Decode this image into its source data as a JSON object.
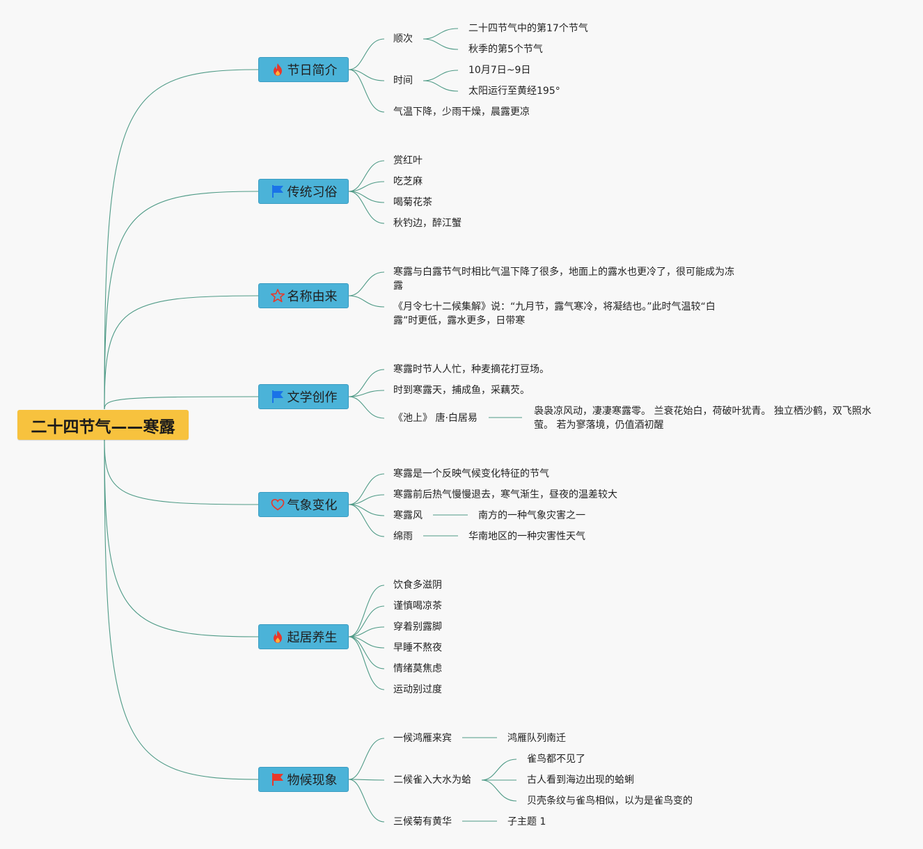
{
  "root": {
    "label": "二十四节气——寒露"
  },
  "colors": {
    "root": "#f7c23e",
    "branch": "#4bb3d8",
    "line": "#4e9a86",
    "fire": "#e8382a",
    "flag_blue": "#1a73e8",
    "flag_red": "#e8382a",
    "star": "#e8382a",
    "heart": "#e8382a"
  },
  "branches": [
    {
      "label": "节日简介",
      "icon": "fire-icon",
      "children": [
        {
          "label": "顺次",
          "children": [
            {
              "label": "二十四节气中的第17个节气"
            },
            {
              "label": "秋季的第5个节气"
            }
          ]
        },
        {
          "label": "时间",
          "children": [
            {
              "label": "10月7日~9日"
            },
            {
              "label": "太阳运行至黄经195°"
            }
          ]
        },
        {
          "label": "气温下降，少雨干燥，晨露更凉"
        }
      ]
    },
    {
      "label": "传统习俗",
      "icon": "flag-blue-icon",
      "children": [
        {
          "label": "赏红叶"
        },
        {
          "label": "吃芝麻"
        },
        {
          "label": "喝菊花茶"
        },
        {
          "label": "秋钓边，醉江蟹"
        }
      ]
    },
    {
      "label": "名称由来",
      "icon": "star-icon",
      "children": [
        {
          "label": "寒露与白露节气时相比气温下降了很多，地面上的露水也更冷了，很可能成为冻露"
        },
        {
          "label": "《月令七十二候集解》说：“九月节，露气寒冷，将凝结也。”此时气温较“白露”时更低，露水更多，日带寒"
        }
      ]
    },
    {
      "label": "文学创作",
      "icon": "flag-blue-icon",
      "children": [
        {
          "label": "寒露时节人人忙，种麦摘花打豆场。"
        },
        {
          "label": "时到寒露天，捕成鱼，采藕芡。"
        },
        {
          "label": "《池上》 唐·白居易",
          "children": [
            {
              "label": "袅袅凉风动，凄凄寒露零。 兰衰花始白，荷破叶犹青。 独立栖沙鹤，双飞照水萤。 若为寥落境，仍值酒初醒"
            }
          ]
        }
      ]
    },
    {
      "label": "气象变化",
      "icon": "heart-icon",
      "children": [
        {
          "label": "寒露是一个反映气候变化特征的节气"
        },
        {
          "label": "寒露前后热气慢慢退去，寒气渐生，昼夜的温差较大"
        },
        {
          "label": "寒露风",
          "children": [
            {
              "label": "南方的一种气象灾害之一"
            }
          ]
        },
        {
          "label": "绵雨",
          "children": [
            {
              "label": "华南地区的一种灾害性天气"
            }
          ]
        }
      ]
    },
    {
      "label": "起居养生",
      "icon": "fire-icon",
      "children": [
        {
          "label": "饮食多滋阴"
        },
        {
          "label": "谨慎喝凉茶"
        },
        {
          "label": "穿着别露脚"
        },
        {
          "label": "早睡不熬夜"
        },
        {
          "label": "情绪莫焦虑"
        },
        {
          "label": "运动别过度"
        }
      ]
    },
    {
      "label": "物候现象",
      "icon": "flag-red-icon",
      "children": [
        {
          "label": "一候鸿雁来宾",
          "children": [
            {
              "label": "鸿雁队列南迁"
            }
          ]
        },
        {
          "label": "二候雀入大水为蛤",
          "children": [
            {
              "label": "雀鸟都不见了"
            },
            {
              "label": "古人看到海边出现的蛤蜊"
            },
            {
              "label": "贝壳条纹与雀鸟相似，以为是雀鸟变的"
            }
          ]
        },
        {
          "label": "三候菊有黄华",
          "children": [
            {
              "label": "子主题 1"
            }
          ]
        }
      ]
    }
  ]
}
